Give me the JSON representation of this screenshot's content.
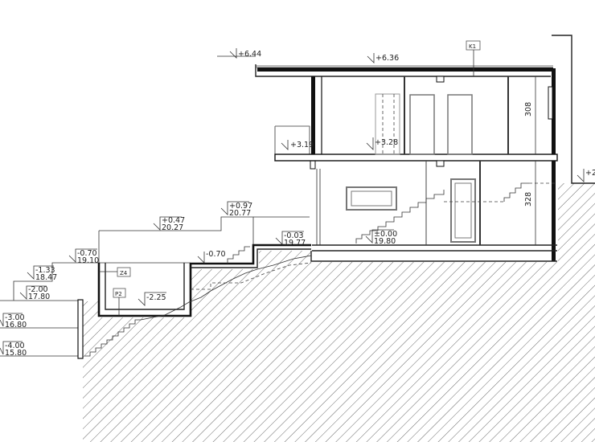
{
  "title": "Building cross-section",
  "levels": {
    "roof_parapet": "+6.44",
    "roof": "+6.36",
    "balcony": "+3.19",
    "first_floor": "+3.28",
    "terrace_top": "+0.97",
    "terrace_top_abs": "20.77",
    "terrace_mid": "+0.47",
    "terrace_mid_abs": "20.27",
    "terrace_low": "-0.70",
    "terrace_low_abs": "19.10",
    "step_1": "-1.33",
    "step_1_abs": "18.47",
    "step_2": "-2.00",
    "step_2_abs": "17.80",
    "entry": "-0.03",
    "entry_abs": "19.77",
    "ground_floor": "±0.00",
    "ground_floor_abs": "19.80",
    "pool_deck": "-0.70",
    "pool_bottom": "-2.25",
    "lower_1": "-3.00",
    "lower_1_abs": "16.80",
    "lower_2": "-4.00",
    "lower_2_abs": "15.80",
    "right_terrain": "+2"
  },
  "tags": {
    "k1": "K1",
    "z4": "Z4",
    "p2": "P2"
  },
  "dimensions": {
    "upper_height": "308",
    "lower_height": "328"
  }
}
